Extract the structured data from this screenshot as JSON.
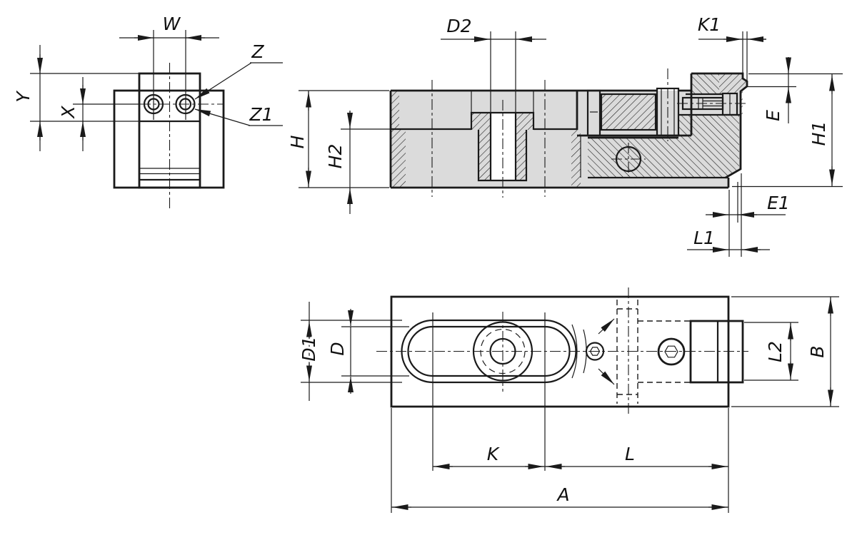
{
  "drawing": {
    "type": "technical-drawing",
    "views": [
      "end view",
      "sectioned front view",
      "plan view"
    ]
  },
  "colors": {
    "part_fill": "#dbdbdb",
    "line_color": "#1a1a1a",
    "background": "#ffffff"
  },
  "labels": {
    "W": "W",
    "Z": "Z",
    "Z1": "Z1",
    "Y": "Y",
    "X": "X",
    "D2": "D2",
    "H": "H",
    "H2": "H2",
    "K1": "K1",
    "E": "E",
    "H1": "H1",
    "E1": "E1",
    "L1": "L1",
    "D1": "D1",
    "D": "D",
    "L2": "L2",
    "B": "B",
    "K": "K",
    "L": "L",
    "A": "A"
  }
}
